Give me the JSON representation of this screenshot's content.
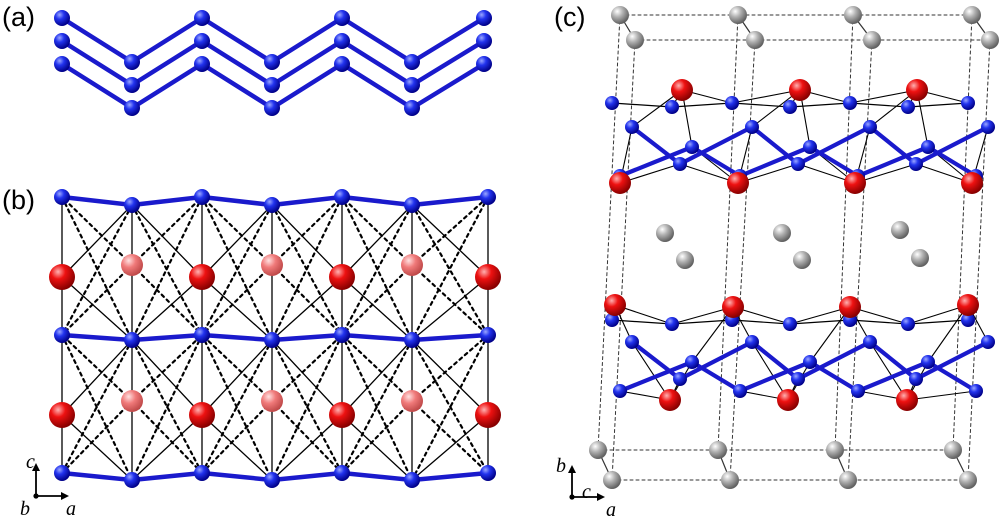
{
  "panels": {
    "a": {
      "label": "(a)"
    },
    "b": {
      "label": "(b)"
    },
    "c": {
      "label": "(c)"
    }
  },
  "axes_b": {
    "vertical": "c",
    "horizontal": "a",
    "depth": "b"
  },
  "axes_c": {
    "vertical": "b",
    "horizontal": "a",
    "depth": "c"
  },
  "colors": {
    "chain": "#1a1acc",
    "atom_blue": "#1010e0",
    "atom_red": "#e00000",
    "atom_red_faded": "#f07070",
    "atom_gray": "#a8a8a8",
    "bond": "#000000"
  }
}
